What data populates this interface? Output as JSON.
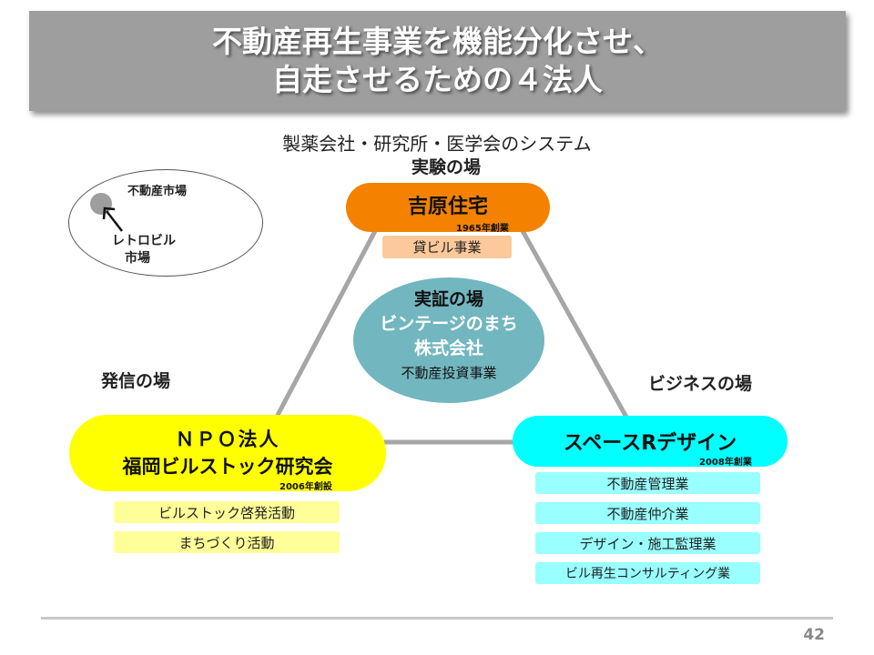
{
  "title": {
    "line1": "不動産再生事業を機能分化させ、",
    "line2": "自走させるための４法人"
  },
  "subtitle": "製薬会社・研究所・医学会のシステム",
  "market_diagram": {
    "outer_label": "不動産市場",
    "inner_label_line1": "レトロビル",
    "inner_label_line2": "市場"
  },
  "places": {
    "experiment": "実験の場",
    "broadcast": "発信の場",
    "business": "ビジネスの場"
  },
  "yoshihara": {
    "name": "吉原住宅",
    "founded": "1965年創業",
    "business": "貸ビル事業"
  },
  "vintage": {
    "line1": "実証の場",
    "line2": "ビンテージのまち",
    "line3": "株式会社",
    "line4": "不動産投資事業"
  },
  "npo": {
    "line1": "ＮＰＯ法人",
    "line2": "福岡ビルストック研究会",
    "founded": "2006年創設",
    "activities": [
      "ビルストック啓発活動",
      "まちづくり活動"
    ]
  },
  "space_r": {
    "name": "スペースRデザイン",
    "founded": "2008年創業",
    "businesses": [
      "不動産管理業",
      "不動産仲介業",
      "デザイン・施工監理業",
      "ビル再生コンサルティング業"
    ]
  },
  "page_number": "42",
  "colors": {
    "title_bg": "#9e9e9e",
    "orange": "#f48200",
    "orange_light": "#fbc99a",
    "teal": "#72b6bf",
    "yellow": "#ffff00",
    "yellow_light": "#ffff99",
    "cyan": "#00ffff",
    "cyan_light": "#99ffff",
    "connector": "#a6a6a6"
  }
}
